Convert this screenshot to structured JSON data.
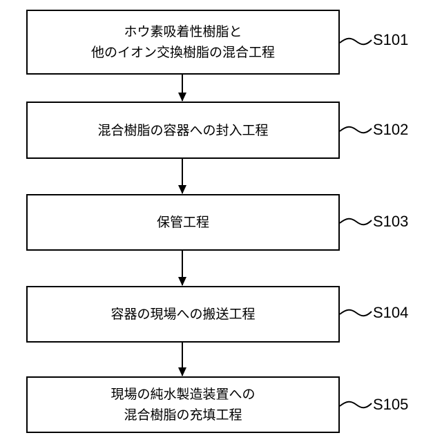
{
  "steps": [
    {
      "id": "S101",
      "lines": [
        "ホウ素吸着性樹脂と",
        "他のイオン交換樹脂の混合工程"
      ]
    },
    {
      "id": "S102",
      "lines": [
        "混合樹脂の容器への封入工程"
      ]
    },
    {
      "id": "S103",
      "lines": [
        "保管工程"
      ]
    },
    {
      "id": "S104",
      "lines": [
        "容器の現場への搬送工程"
      ]
    },
    {
      "id": "S105",
      "lines": [
        "現場の純水製造装置への",
        "混合樹脂の充填工程"
      ]
    }
  ]
}
